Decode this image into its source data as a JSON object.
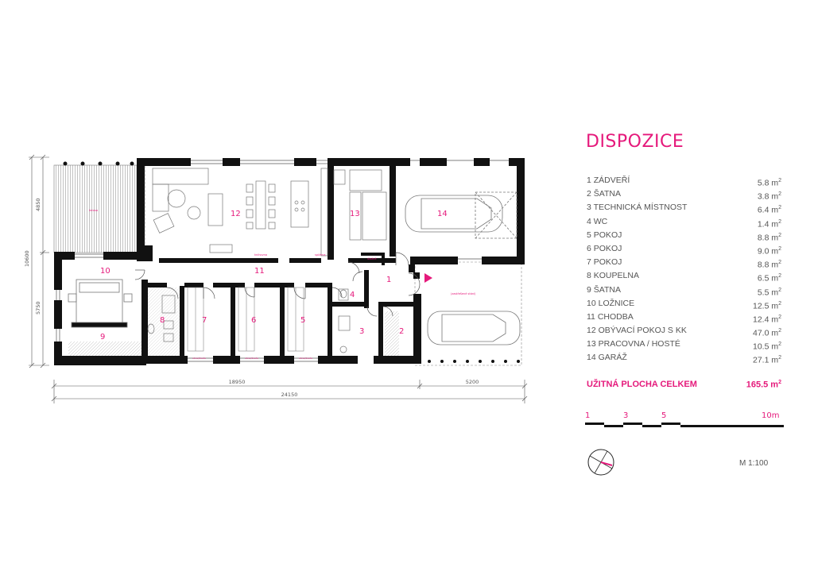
{
  "legend": {
    "title": "DISPOZICE",
    "rooms": [
      {
        "no": "1",
        "name": "ZÁDVEŘÍ",
        "area": "5.8 m",
        "unit": "2"
      },
      {
        "no": "2",
        "name": "ŠATNA",
        "area": "3.8 m",
        "unit": "2"
      },
      {
        "no": "3",
        "name": "TECHNICKÁ MÍSTNOST",
        "area": "6.4 m",
        "unit": "2"
      },
      {
        "no": "4",
        "name": "WC",
        "area": "1.4 m",
        "unit": "2"
      },
      {
        "no": "5",
        "name": "POKOJ",
        "area": "8.8 m",
        "unit": "2"
      },
      {
        "no": "6",
        "name": "POKOJ",
        "area": "9.0 m",
        "unit": "2"
      },
      {
        "no": "7",
        "name": "POKOJ",
        "area": "8.8 m",
        "unit": "2"
      },
      {
        "no": "8",
        "name": "KOUPELNA",
        "area": "6.5 m",
        "unit": "2"
      },
      {
        "no": "9",
        "name": "ŠATNA",
        "area": "5.5 m",
        "unit": "2"
      },
      {
        "no": "10",
        "name": "LOŽNICE",
        "area": "12.5 m",
        "unit": "2"
      },
      {
        "no": "11",
        "name": "CHODBA",
        "area": "12.4 m",
        "unit": "2"
      },
      {
        "no": "12",
        "name": "OBÝVACÍ POKOJ S KK",
        "area": "47.0 m",
        "unit": "2"
      },
      {
        "no": "13",
        "name": "PRACOVNA / HOSTÉ",
        "area": "10.5 m",
        "unit": "2"
      },
      {
        "no": "14",
        "name": "GARÁŽ",
        "area": "27.1 m",
        "unit": "2"
      }
    ],
    "total_label": "UŽITNÁ PLOCHA CELKEM",
    "total_value": "165.5 m",
    "total_unit": "2"
  },
  "scale": {
    "labels": [
      "1",
      "3",
      "5",
      "10m"
    ],
    "ratio": "M 1:100"
  },
  "plan": {
    "room_numbers": [
      "1",
      "2",
      "3",
      "4",
      "5",
      "6",
      "7",
      "8",
      "9",
      "10",
      "11",
      "12",
      "13",
      "14"
    ],
    "dims": {
      "left_top": "4850",
      "left_total": "10600",
      "left_bottom": "5750",
      "bottom_a": "18950",
      "bottom_b": "5200",
      "bottom_total": "24150"
    },
    "small_labels": {
      "terrace": "terasa",
      "kitchen": "knihovna",
      "pantry": "spižírna",
      "closet": "úložné",
      "carport": "(zastřešené stání)",
      "window1": "okno/dveře",
      "window2": "okno/dveře",
      "window3": "okno/dveře"
    }
  },
  "colors": {
    "accent": "#e5197b",
    "wall": "#111111",
    "line": "#888888"
  }
}
